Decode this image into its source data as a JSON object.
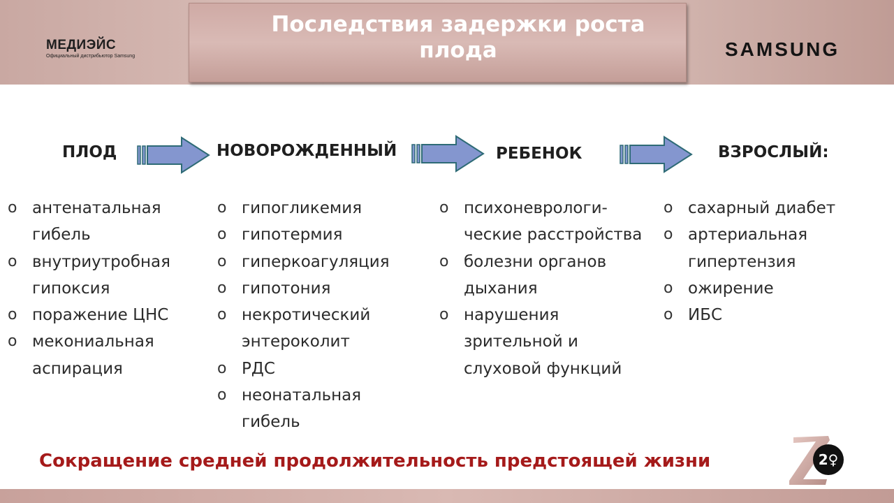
{
  "header": {
    "brand_left_name": "МЕДИЭЙС",
    "brand_left_tagline": "Официальный дистрибьютор Samsung",
    "brand_right": "SAMSUNG",
    "title": "Последствия   задержки роста\nплода"
  },
  "stages": [
    {
      "label": "ПЛОД"
    },
    {
      "label": "НОВОРОЖДЕННЫЙ"
    },
    {
      "label": "РЕБЕНОК"
    },
    {
      "label": "ВЗРОСЛЫЙ:"
    }
  ],
  "columns": [
    {
      "items": [
        "антенатальная\n гибель",
        "внутриутробная\n гипоксия",
        "поражение ЦНС",
        "мекониальная\nаспирация"
      ]
    },
    {
      "items": [
        "гипогликемия",
        "гипотермия",
        "гиперкоагуляция",
        "гипотония",
        "некротический\nэнтероколит",
        "РДС",
        "неонатальная\nгибель"
      ]
    },
    {
      "items": [
        "психоневрологи-\nческие расстройства",
        "болезни органов\nдыхания",
        "нарушения\nзрительной и\nслуховой функций"
      ]
    },
    {
      "items": [
        "сахарный диабет",
        "артериальная\nгипертензия",
        " ожирение",
        " ИБС"
      ]
    }
  ],
  "bullet_glyph": "o",
  "footer": "Сокращение средней продолжительность предстоящей жизни",
  "colors": {
    "header_band": "#d4b5af",
    "title_box": "#d5b4af",
    "arrow_fill": "#8496cf",
    "arrow_stroke": "#2e6b76",
    "footer_text": "#a51a1a"
  }
}
